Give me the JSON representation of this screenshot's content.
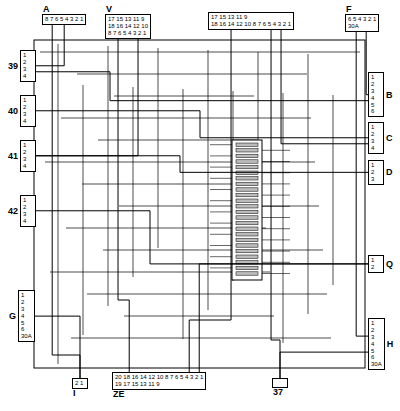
{
  "diagram": {
    "nodes": [
      {
        "text": [
          "A",
          "8 7 6 5 4 3 2 1"
        ]
      },
      {
        "text": [
          "V",
          "17 15 13 11 9",
          "18 16 14 12 10",
          "8 7 6 5 4 3 2 1"
        ]
      },
      {
        "text": [
          "17 15 13 11 9",
          "18 16 14 12 10 8 7 6 5 4 3 2 1"
        ]
      },
      {
        "text": [
          "F",
          "6 5 4 3 2 1",
          "30A"
        ]
      },
      {
        "text": [
          "39",
          "1 2 3 4"
        ]
      },
      {
        "text": [
          "40",
          "1 2 3 4"
        ]
      },
      {
        "text": [
          "41",
          "1 2 3 4"
        ]
      },
      {
        "text": [
          "42",
          "1 2 3 4"
        ]
      },
      {
        "text": [
          "G",
          "1 2 3 4 5 6",
          "30A"
        ]
      },
      {
        "text": [
          "B",
          "1 2 3 4 5 6"
        ]
      },
      {
        "text": [
          "C",
          "1 2 3 4"
        ]
      },
      {
        "text": [
          "D",
          "1 2 3"
        ]
      },
      {
        "text": [
          "Q",
          "1 2"
        ]
      },
      {
        "text": [
          "H",
          "1 2 3 4 5 6",
          "30A"
        ]
      },
      {
        "text": [
          "2 1",
          "I"
        ]
      },
      {
        "text": [
          "20 18 16 14 12 10 8 7 6 5 4 3 2 1",
          "19 17 15 13 11 9",
          "ZE"
        ]
      },
      {
        "text": [
          "37"
        ]
      }
    ],
    "edges": [
      {
        "from": 0,
        "to": 4,
        "arrow": "none"
      },
      {
        "from": 1,
        "to": 15,
        "arrow": "none"
      },
      {
        "from": 2,
        "to": 15,
        "arrow": "none"
      },
      {
        "from": 2,
        "to": 16,
        "arrow": "none"
      },
      {
        "from": 3,
        "to": 9,
        "arrow": "none"
      },
      {
        "from": 3,
        "to": 13,
        "arrow": "none"
      },
      {
        "from": 5,
        "to": 10,
        "arrow": "none"
      },
      {
        "from": 6,
        "to": 11,
        "arrow": "none"
      },
      {
        "from": 7,
        "to": 12,
        "arrow": "none"
      },
      {
        "from": 8,
        "to": 14,
        "arrow": "none"
      },
      {
        "from": 1,
        "to": 6,
        "arrow": "none"
      },
      {
        "from": 0,
        "to": 14,
        "arrow": "none"
      },
      {
        "from": 4,
        "to": 9,
        "arrow": "none"
      },
      {
        "from": 2,
        "to": 10,
        "arrow": "none"
      },
      {
        "from": 15,
        "to": 12,
        "arrow": "none"
      },
      {
        "from": 16,
        "to": 13,
        "arrow": "none"
      }
    ]
  }
}
